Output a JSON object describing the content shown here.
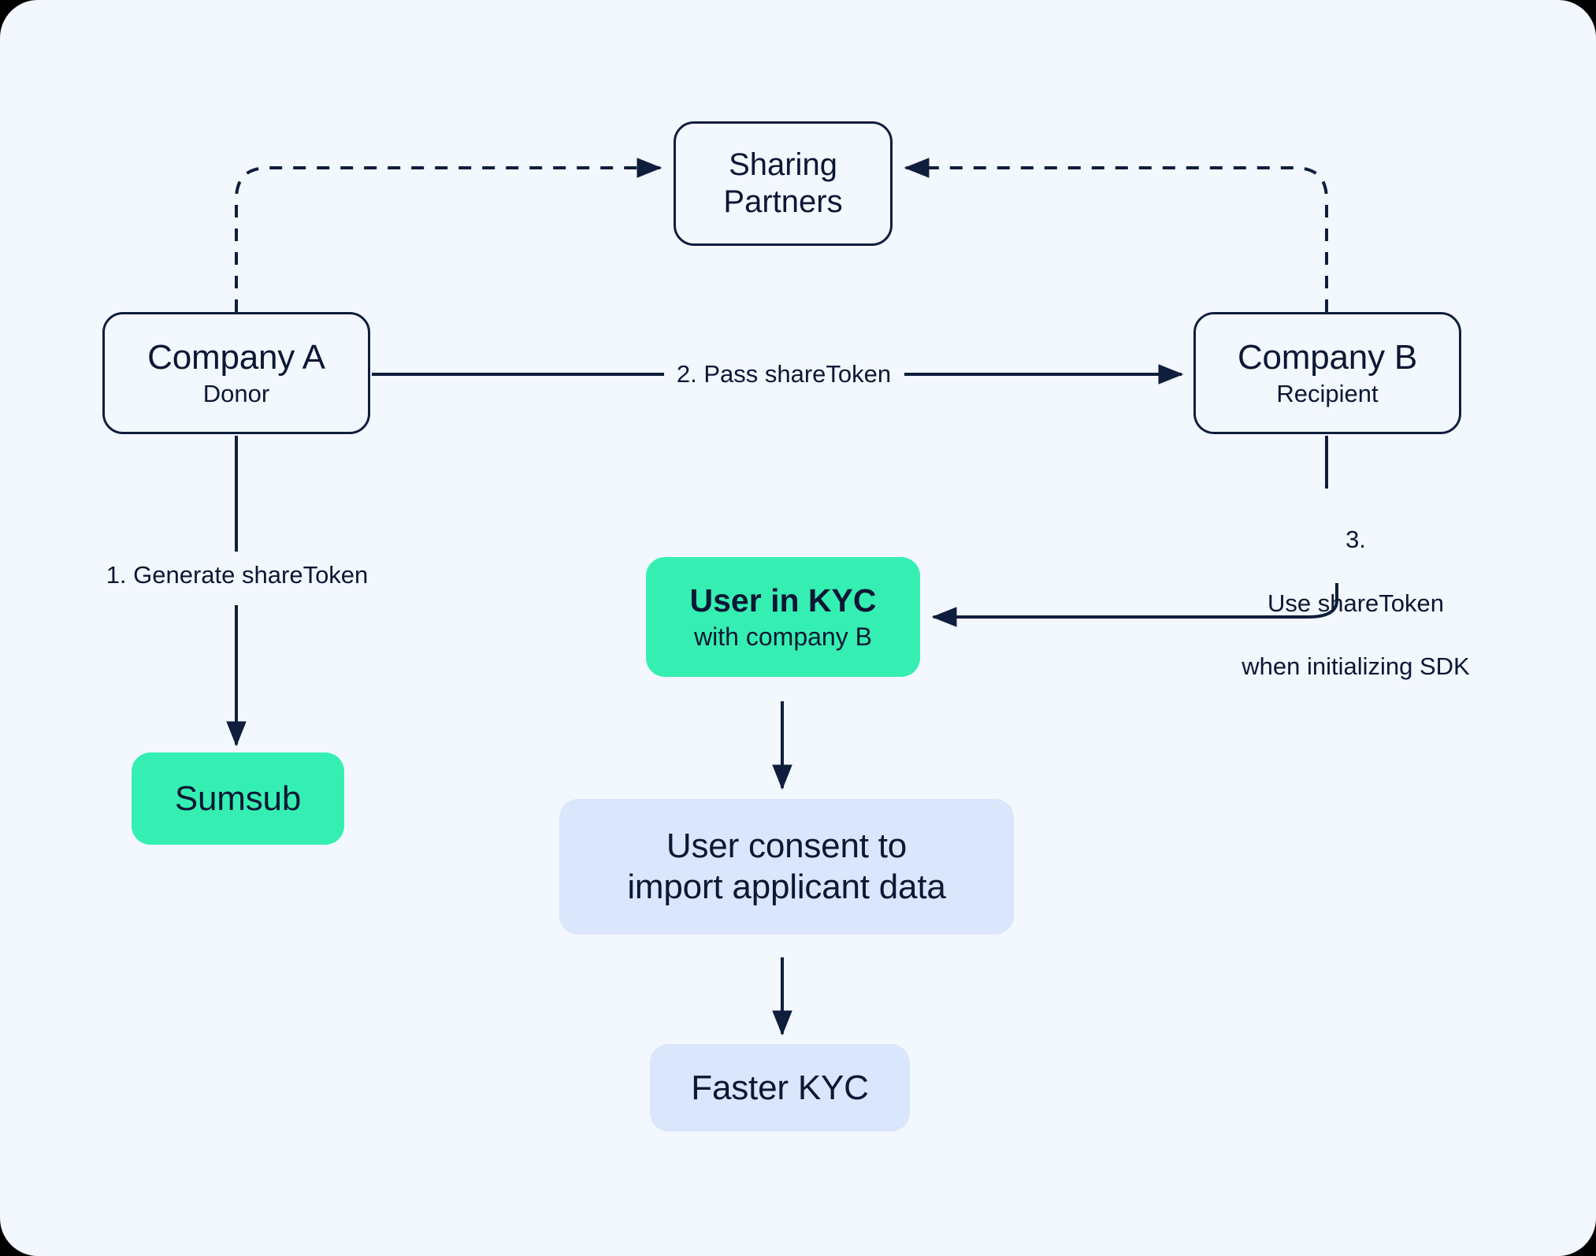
{
  "diagram": {
    "title": "shareToken KYC data sharing flow",
    "background_color": "#F3F7FE",
    "accent_green": "#35EFB2",
    "accent_blue": "#D9E6FB",
    "line_color": "#0F1E3D",
    "text_color": "#0B1734"
  },
  "nodes": {
    "sharing_partners": {
      "line1": "Sharing",
      "line2": "Partners",
      "style": "outline"
    },
    "company_a": {
      "title": "Company A",
      "subtitle": "Donor",
      "style": "outline"
    },
    "company_b": {
      "title": "Company B",
      "subtitle": "Recipient",
      "style": "outline"
    },
    "user_in_kyc": {
      "title": "User in KYC",
      "subtitle": "with company B",
      "style": "green"
    },
    "sumsub": {
      "title": "Sumsub",
      "style": "green"
    },
    "user_consent": {
      "line1": "User consent to",
      "line2": "import applicant data",
      "style": "blue"
    },
    "faster_kyc": {
      "title": "Faster KYC",
      "style": "blue"
    }
  },
  "edge_labels": {
    "step1": "1. Generate shareToken",
    "step2": "2. Pass shareToken",
    "step3_line1": "3.",
    "step3_line2": "Use shareToken",
    "step3_line3": "when initializing SDK"
  },
  "edges": [
    {
      "name": "company-a-to-sharing-partners",
      "style": "dashed",
      "from": "company_a",
      "to": "sharing_partners"
    },
    {
      "name": "company-b-to-sharing-partners",
      "style": "dashed",
      "from": "company_b",
      "to": "sharing_partners"
    },
    {
      "name": "company-a-to-company-b",
      "style": "solid",
      "label": "2. Pass shareToken"
    },
    {
      "name": "company-a-to-sumsub",
      "style": "solid",
      "label": "1. Generate shareToken"
    },
    {
      "name": "company-b-to-user-in-kyc",
      "style": "solid",
      "label": "3. Use shareToken when initializing SDK"
    },
    {
      "name": "user-in-kyc-to-user-consent",
      "style": "solid"
    },
    {
      "name": "user-consent-to-faster-kyc",
      "style": "solid"
    }
  ]
}
